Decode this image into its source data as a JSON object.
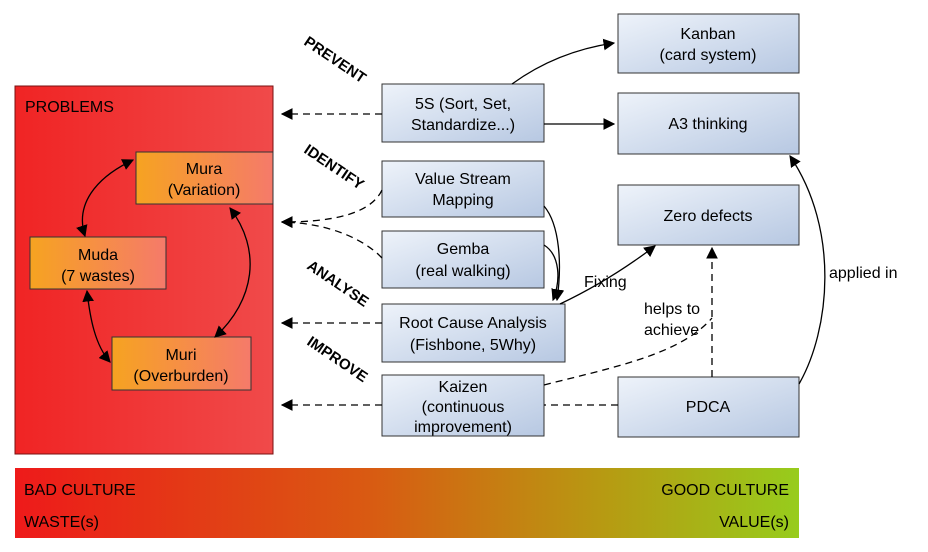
{
  "problems_title": "PROBLEMS",
  "nodes": {
    "mura": [
      "Mura",
      "(Variation)"
    ],
    "muda": [
      "Muda",
      "(7 wastes)"
    ],
    "muri": [
      "Muri",
      "(Overburden)"
    ],
    "fives": [
      "5S (Sort, Set,",
      "Standardize...)"
    ],
    "vsm": [
      "Value Stream",
      "Mapping"
    ],
    "gemba": [
      "Gemba",
      "(real walking)"
    ],
    "rca": [
      "Root Cause Analysis",
      "(Fishbone, 5Why)"
    ],
    "kaizen": [
      "Kaizen",
      "(continuous",
      "improvement)"
    ],
    "kanban": [
      "Kanban",
      "(card system)"
    ],
    "a3": [
      "A3 thinking"
    ],
    "zero": [
      "Zero defects"
    ],
    "pdca": [
      "PDCA"
    ]
  },
  "stages": {
    "prevent": "PREVENT",
    "identify": "IDENTIFY",
    "analyse": "ANALYSE",
    "improve": "IMPROVE"
  },
  "edge_labels": {
    "fixing": "Fixing",
    "helps": [
      "helps to",
      "achieve"
    ],
    "applied": "applied in"
  },
  "culture_bar": {
    "bad": "BAD CULTURE",
    "good": "GOOD CULTURE",
    "waste": "WASTE(s)",
    "value": "VALUE(s)"
  },
  "colors": {
    "problems_fill": "#ef2b2b",
    "orange_node": "#f7a030",
    "blue_node": "#c8d6ea",
    "bar_left": "#ee1c1c",
    "bar_right": "#9acb1a"
  }
}
